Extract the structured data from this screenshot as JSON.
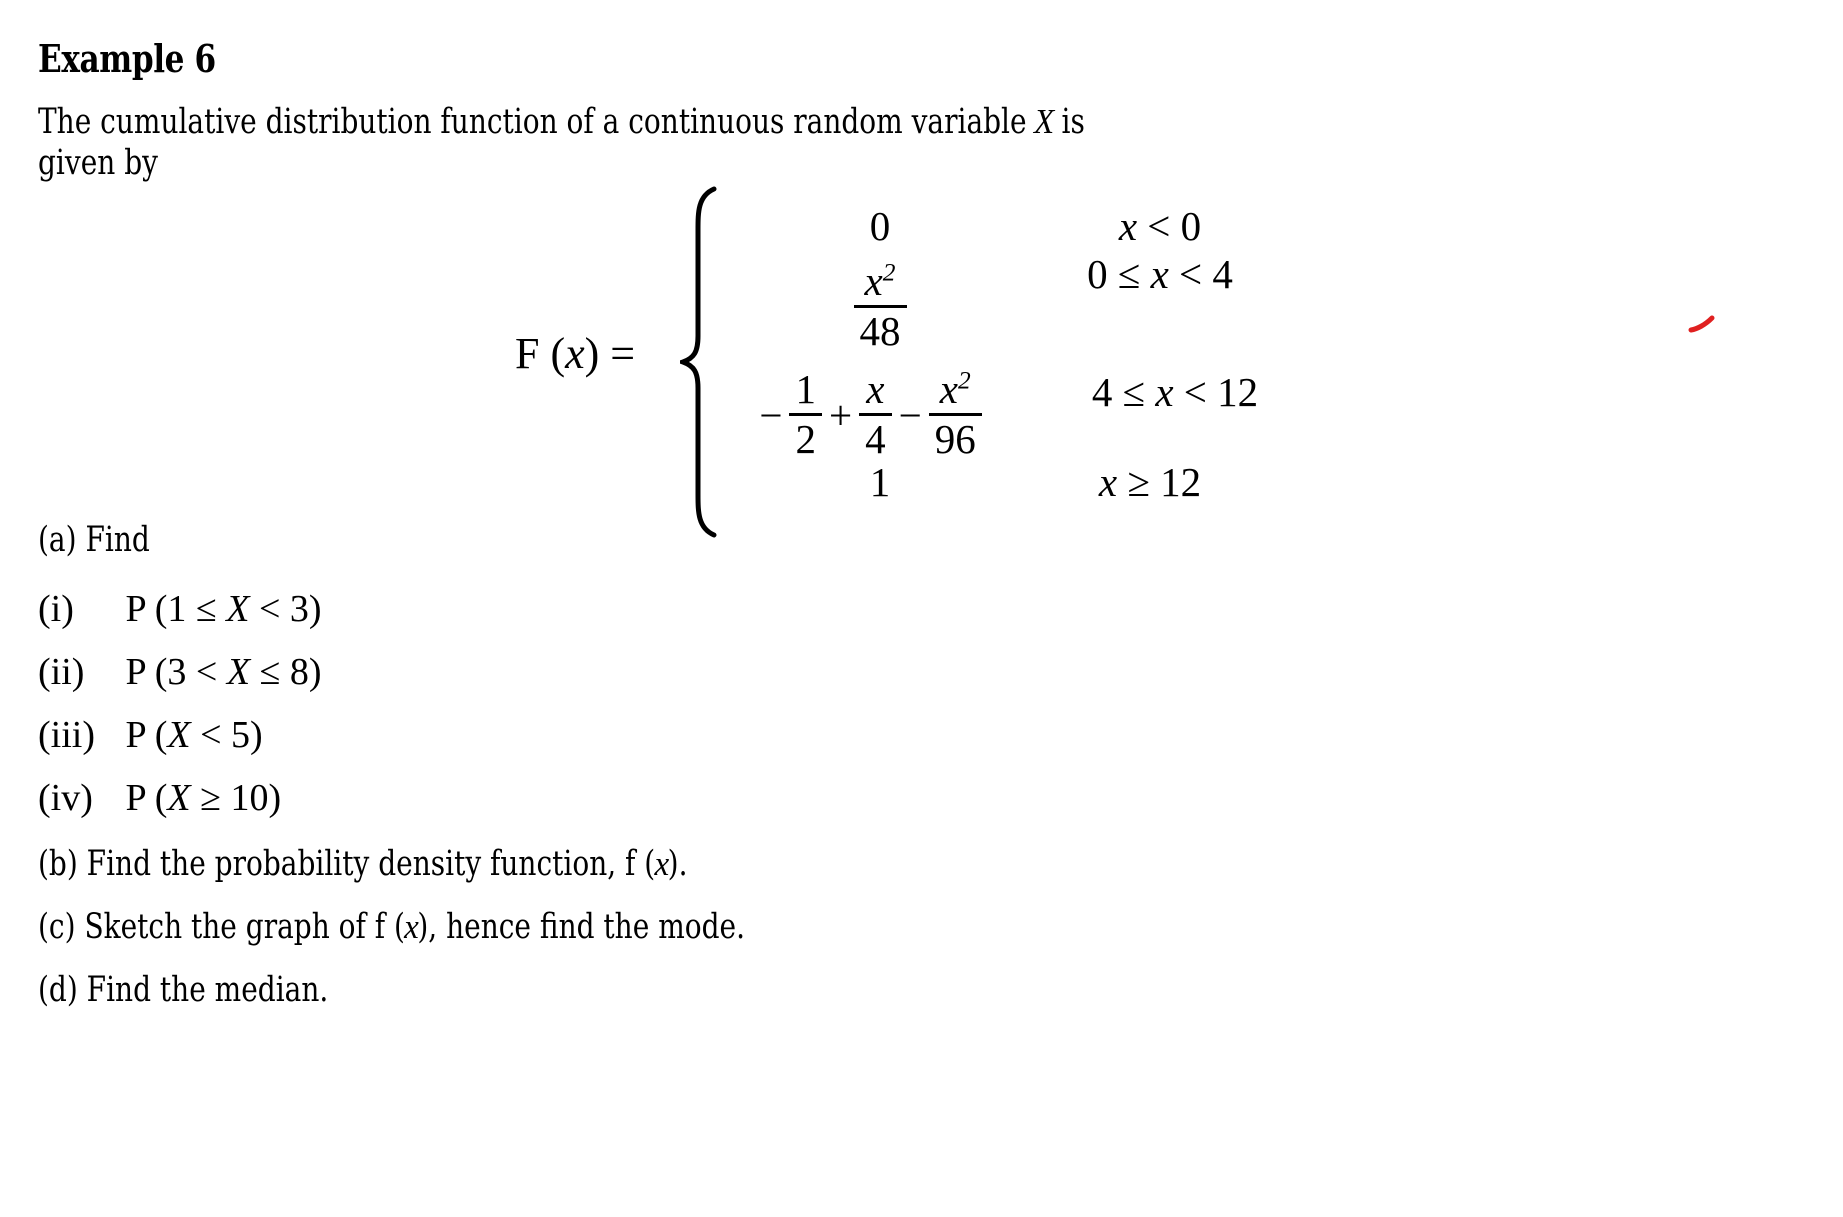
{
  "heading": {
    "title": "Example 6"
  },
  "intro": {
    "line1_before": "The cumulative distribution function of a continuous random variable ",
    "line1_var": "X",
    "line1_after": " is",
    "line2": "given by"
  },
  "formula": {
    "label_F": "F (",
    "label_x": "x",
    "label_eq": ") =",
    "cases": [
      {
        "value_type": "plain",
        "value": "0",
        "cond_a": "x",
        "cond_rel": " < ",
        "cond_b": "0"
      },
      {
        "value_type": "fraction",
        "num_base": "x",
        "num_exp": "2",
        "den": "48",
        "cond_a": "0 ≤ ",
        "cond_var": "x",
        "cond_b": " < 4"
      },
      {
        "value_type": "expression",
        "sign1": "−",
        "f1_num": "1",
        "f1_den": "2",
        "op1": "+",
        "f2_num": "x",
        "f2_den": "4",
        "op2": "−",
        "f3_num_base": "x",
        "f3_num_exp": "2",
        "f3_den": "96",
        "cond_a": "4 ≤ ",
        "cond_var": "x",
        "cond_b": " < 12"
      },
      {
        "value_type": "plain",
        "value": "1",
        "cond_a": "x",
        "cond_rel": " ≥ ",
        "cond_b": "12"
      }
    ]
  },
  "questions": [
    {
      "label": "(a)",
      "text_before": " Find",
      "var": "",
      "text_after": ""
    },
    {
      "label": "(i)",
      "text_before": "  P (1 ≤ ",
      "var": "X",
      "text_after": " < 3)"
    },
    {
      "label": "(ii)",
      "text_before": " P (3 < ",
      "var": "X",
      "text_after": " ≤ 8)"
    },
    {
      "label": "(iii)",
      "text_before": " P (",
      "var": "X",
      "text_after": " < 5)"
    },
    {
      "label": "(iv)",
      "text_before": " P (",
      "var": "X",
      "text_after": " ≥ 10)"
    },
    {
      "label": "(b)",
      "text_before": " Find the probability density function, f (",
      "var": "x",
      "text_after": ")."
    },
    {
      "label": "(c)",
      "text_before": " Sketch the graph of f (",
      "var": "x",
      "text_after": "), hence find the mode."
    },
    {
      "label": "(d)",
      "text_before": " Find the median.",
      "var": "",
      "text_after": ""
    }
  ],
  "annotation": {
    "name": "red-pen-stroke",
    "color": "#e02020"
  }
}
